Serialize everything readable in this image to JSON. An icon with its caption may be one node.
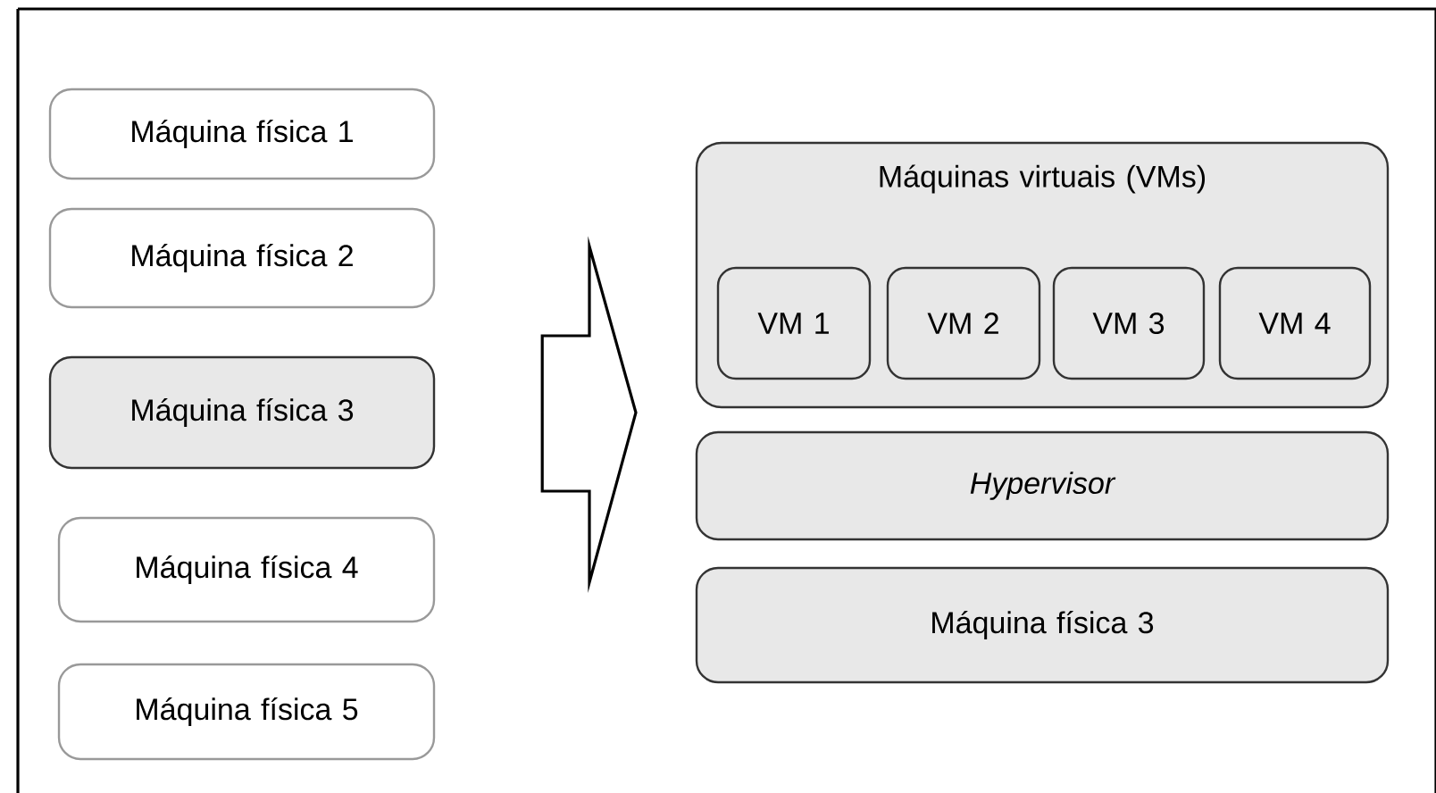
{
  "diagram": {
    "nodes": [
      {
        "text": [
          "Máquina física 1"
        ]
      },
      {
        "text": [
          "Máquina física 2"
        ]
      },
      {
        "text": [
          "Máquina física 3"
        ]
      },
      {
        "text": [
          "Máquina física 4"
        ]
      },
      {
        "text": [
          "Máquina física 5"
        ]
      },
      {
        "text": [
          "Máquinas virtuais (VMs)"
        ]
      },
      {
        "text": [
          "VM 1"
        ],
        "in": 5
      },
      {
        "text": [
          "VM 2"
        ],
        "in": 5
      },
      {
        "text": [
          "VM 3"
        ],
        "in": 5
      },
      {
        "text": [
          "VM 4"
        ],
        "in": 5
      },
      {
        "text": [
          "Hypervisor"
        ]
      },
      {
        "text": [
          "Máquina física 3"
        ]
      }
    ],
    "edges": [
      {
        "from": 2,
        "to": 5,
        "arrow": "to"
      }
    ]
  }
}
